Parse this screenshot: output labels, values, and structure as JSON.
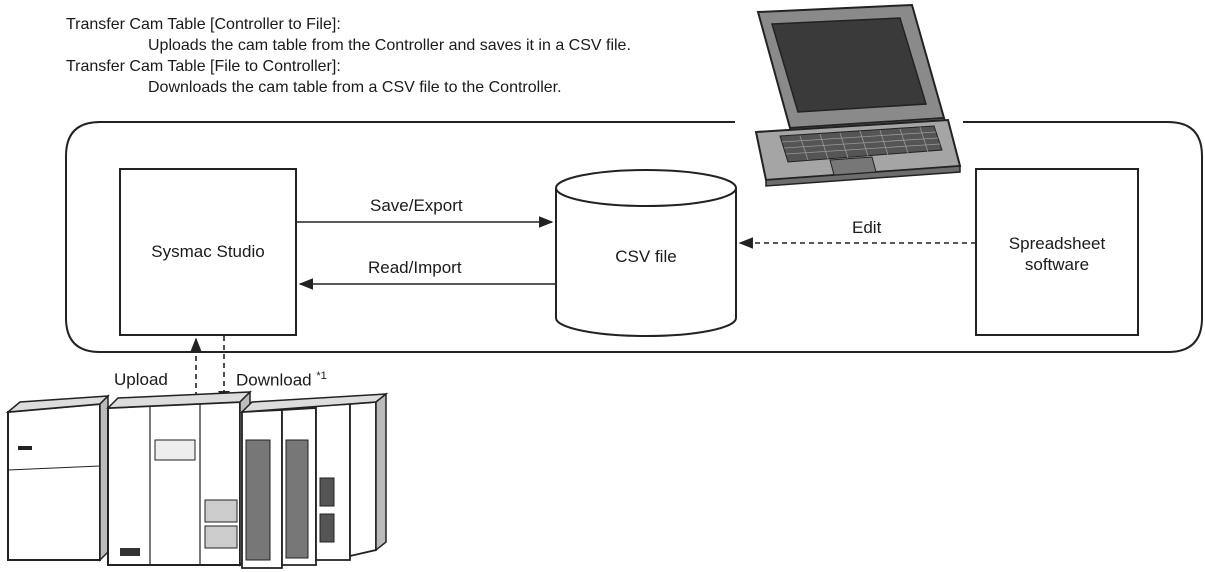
{
  "description": {
    "line1": "Transfer Cam Table [Controller to File]:",
    "line2": "Uploads the cam table from the Controller and saves it in a CSV file.",
    "line3": "Transfer Cam Table [File to Controller]:",
    "line4": "Downloads the cam table from a CSV file to the Controller."
  },
  "nodes": {
    "sysmac": "Sysmac Studio",
    "csv": "CSV file",
    "spreadsheet_line1": "Spreadsheet",
    "spreadsheet_line2": "software"
  },
  "edges": {
    "save_export": "Save/Export",
    "read_import": "Read/Import",
    "edit": "Edit",
    "upload": "Upload",
    "download": "Download",
    "download_note": "*1"
  }
}
